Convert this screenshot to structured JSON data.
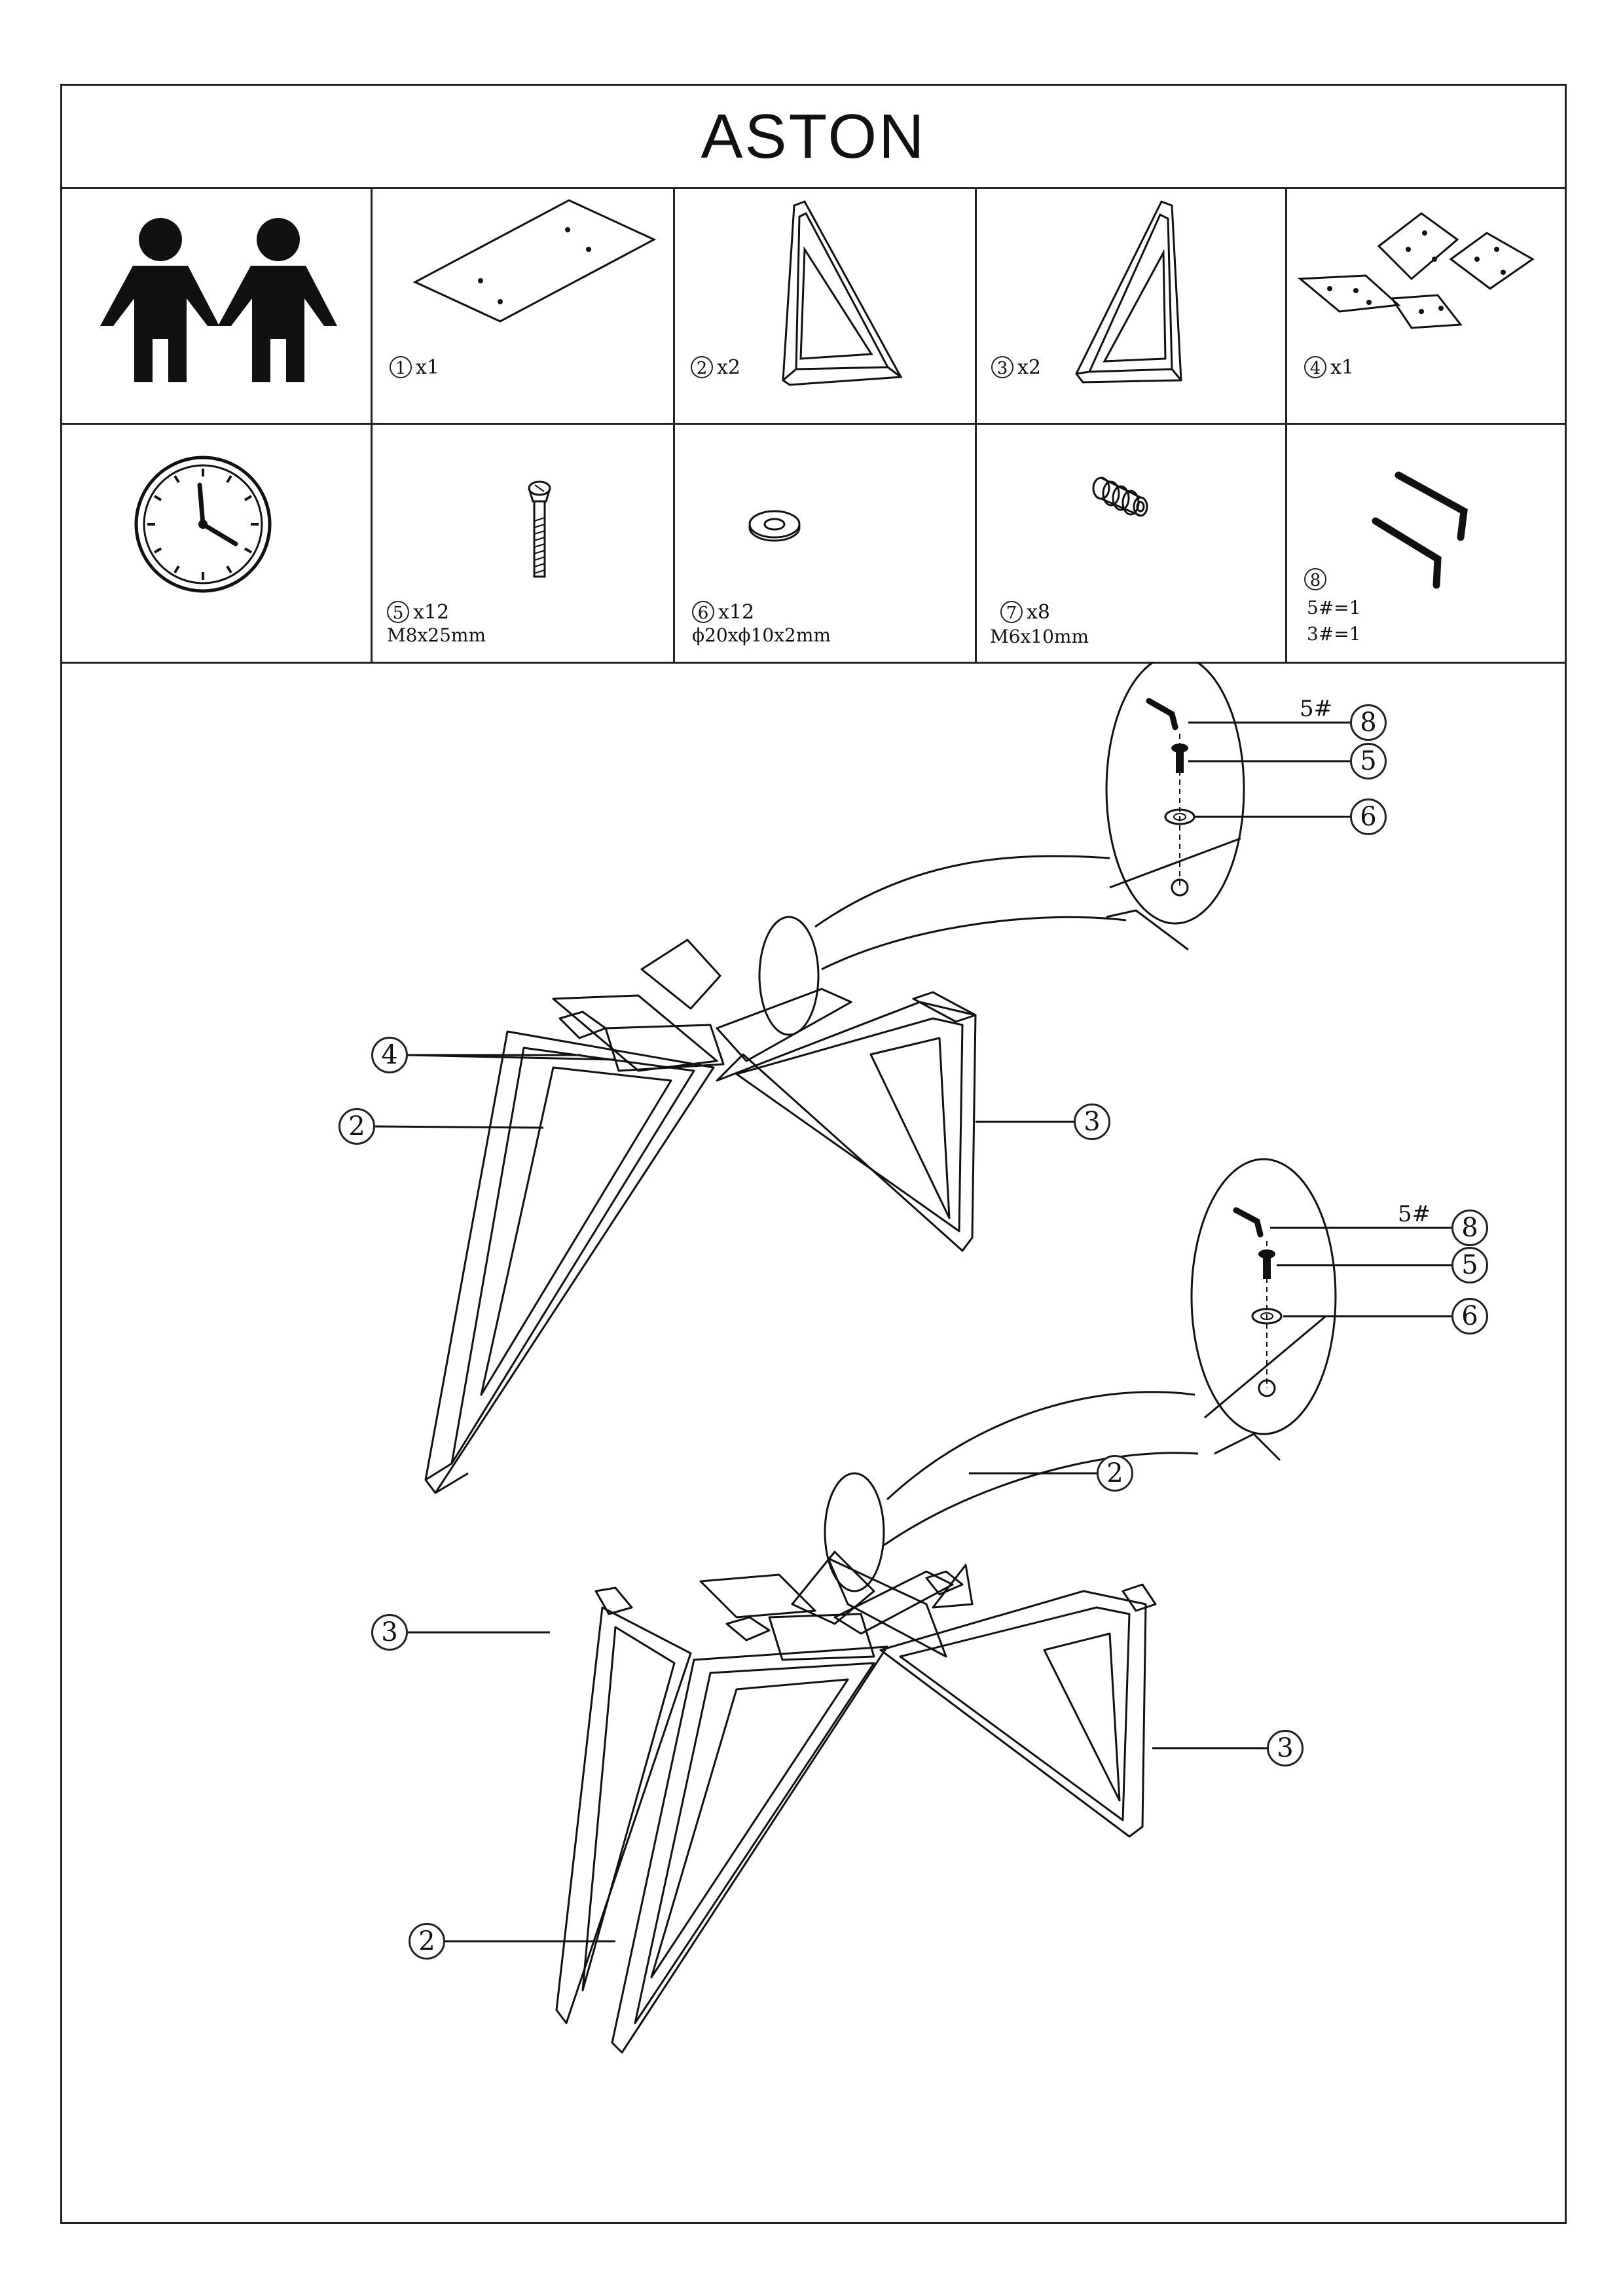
{
  "title": "ASTON",
  "parts": [
    {
      "num": "1",
      "qty": "x1"
    },
    {
      "num": "2",
      "qty": "x2"
    },
    {
      "num": "3",
      "qty": "x2"
    },
    {
      "num": "4",
      "qty": "x1"
    }
  ],
  "hardware": [
    {
      "num": "5",
      "qty": "x12",
      "spec": "M8x25mm"
    },
    {
      "num": "6",
      "qty": "x12",
      "spec": "ϕ20xϕ10x2mm"
    },
    {
      "num": "7",
      "qty": "x8",
      "spec": "M6x10mm"
    },
    {
      "num": "8",
      "qty": "",
      "spec_lines": [
        "5#=1",
        "3#=1"
      ]
    }
  ],
  "diagram": {
    "step1": {
      "callouts": [
        "8",
        "5",
        "6",
        "4",
        "2",
        "3"
      ],
      "key_size": "5#"
    },
    "step2": {
      "callouts": [
        "8",
        "5",
        "6",
        "2",
        "3",
        "3",
        "2"
      ],
      "key_size": "5#"
    }
  },
  "icon_names": {
    "people": "two-people-icon",
    "clock": "clock-icon"
  }
}
